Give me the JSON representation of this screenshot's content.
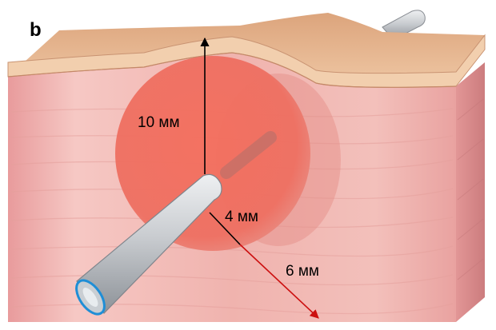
{
  "figure": {
    "panel_label": "b",
    "measurements": {
      "depth": "10 мм",
      "radius": "4 мм",
      "spread": "6 мм"
    }
  },
  "colors": {
    "skin_top": "#e4b48e",
    "skin_front": "#f0c8a6",
    "tissue": "#eeaaa6",
    "tissue_side": "#d98c8c",
    "bleb": "#ef6c5e",
    "needle": "#c4c8cc",
    "needle_lumen": "#1f8ed6",
    "depth_arrow": "#000000",
    "spread_arrow": "#cc1010"
  }
}
